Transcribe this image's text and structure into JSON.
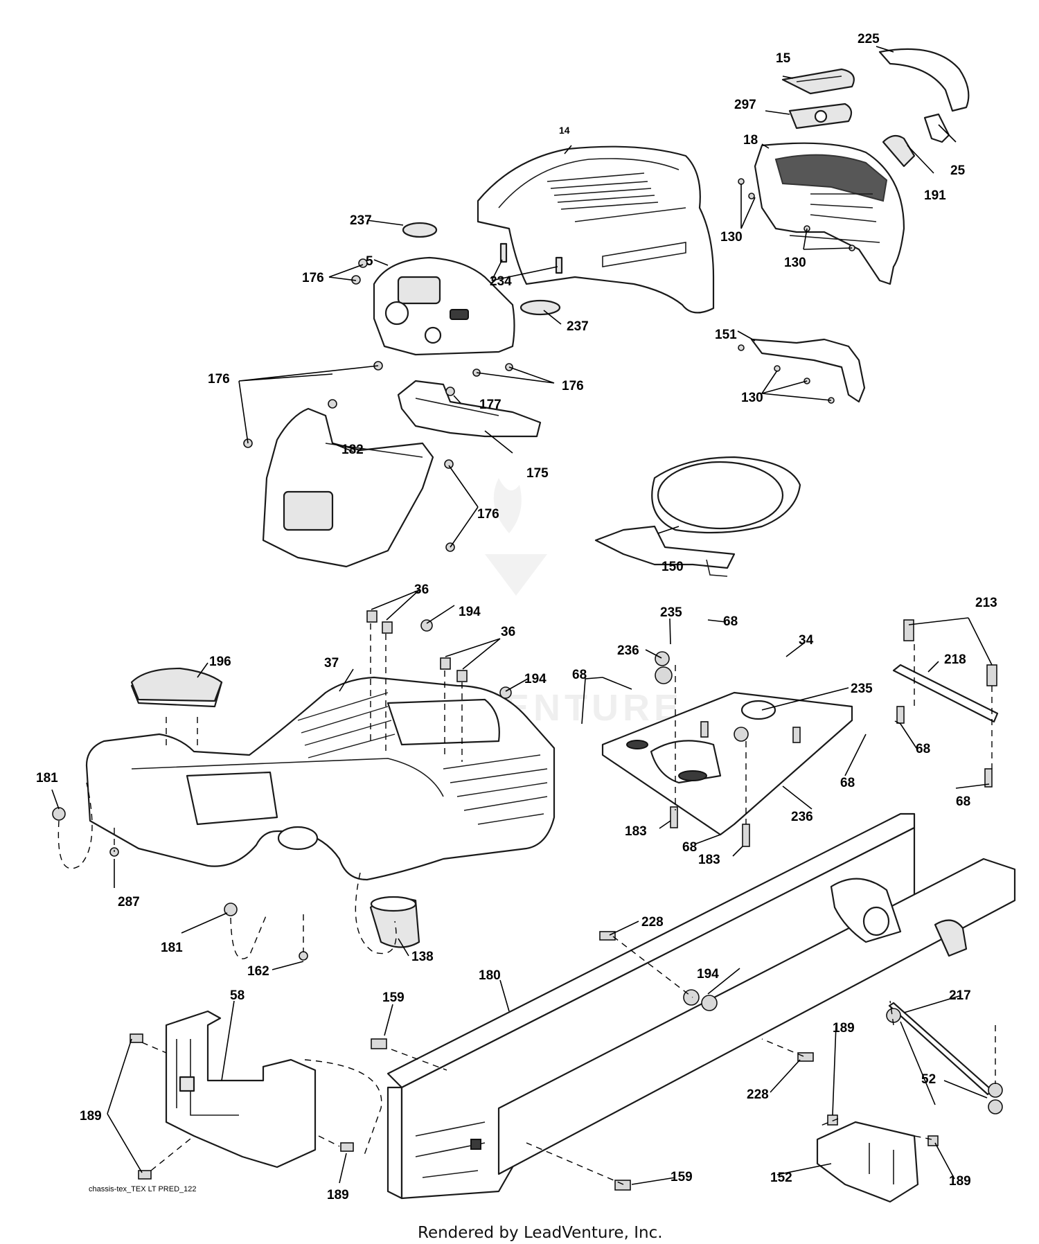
{
  "diagram": {
    "callouts": {
      "c14": "14",
      "c15": "15",
      "c225": "225",
      "c297": "297",
      "c18": "18",
      "c25": "25",
      "c191": "191",
      "c130a": "130",
      "c130b": "130",
      "c130c": "130",
      "c237a": "237",
      "c237b": "237",
      "c5": "5",
      "c176a": "176",
      "c234": "234",
      "c176b": "176",
      "c176c": "176",
      "c176d": "176",
      "c177": "177",
      "c175": "175",
      "c182": "182",
      "c151": "151",
      "c150": "150",
      "c36a": "36",
      "c194a": "194",
      "c36b": "36",
      "c194b": "194",
      "c196": "196",
      "c37": "37",
      "c235a": "235",
      "c68a": "68",
      "c236a": "236",
      "c34": "34",
      "c68b": "68",
      "c235b": "235",
      "c68c": "68",
      "c236b": "236",
      "c183a": "183",
      "c68d": "68",
      "c183b": "183",
      "c213": "213",
      "c218": "218",
      "c68e": "68",
      "c68f": "68",
      "c181a": "181",
      "c287": "287",
      "c181b": "181",
      "c162": "162",
      "c138": "138",
      "c228a": "228",
      "c194c": "194",
      "c180": "180",
      "c159a": "159",
      "c217": "217",
      "c189a": "189",
      "c52": "52",
      "c228b": "228",
      "c58": "58",
      "c189b": "189",
      "c189c": "189",
      "c152": "152",
      "c189d": "189",
      "c159b": "159"
    },
    "caption": "chassis-tex_TEX LT PRED_122",
    "watermark": "ARIVENTURE",
    "footer": "Rendered by LeadVenture, Inc."
  }
}
